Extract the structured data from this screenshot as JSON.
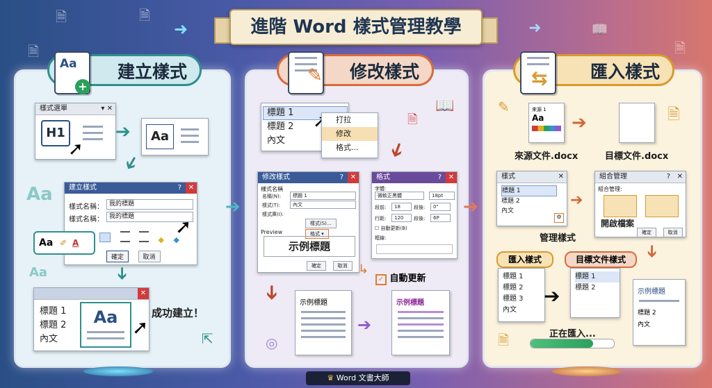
{
  "banner": {
    "title": "進階 Word 樣式管理教學"
  },
  "sections": {
    "create": {
      "title": "建立樣式"
    },
    "modify": {
      "title": "修改樣式"
    },
    "import": {
      "title": "匯入樣式"
    }
  },
  "create": {
    "menu_title": "樣式選單",
    "h1": "H1",
    "aa": "Aa",
    "dialog_title": "建立樣式",
    "field_label_1": "樣式名稱：",
    "field_value_1": "我的標題",
    "field_label_2": "樣式名稱：",
    "field_value_2": "我的標題",
    "font_sample": "Aa",
    "ok": "確定",
    "cancel": "取消",
    "list_items": [
      "標題 1",
      "標題 2",
      "內文"
    ],
    "success": "成功建立！",
    "big_aa": "Aa"
  },
  "modify": {
    "list_items": [
      "標題 1",
      "標題 2",
      "內文"
    ],
    "context_menu": [
      "打拉",
      "修改",
      "格式..."
    ],
    "dialog_title": "修改樣式",
    "prop_label": "樣式名稱",
    "name_label": "名稱(N):",
    "name_value": "標題 1",
    "type_label": "樣式(T):",
    "type_value": "內文",
    "base_label": "樣式庫(I):",
    "btn_style": "樣式(S)...",
    "btn_format": "格式 ▾",
    "preview_label": "Preview",
    "preview_text": "示例標題",
    "ok": "確定",
    "cancel": "取消",
    "format_title": "格式",
    "font_label": "字體:",
    "font_value": "微軟正黑體",
    "size_value": "18pt",
    "before_label": "段前:",
    "before_value": "18",
    "after_label": "段後:",
    "after_value": "0\"",
    "line_label": "行距:",
    "line_value": "120",
    "line2_label": "段後:",
    "line2_value": "6P",
    "auto_update_small": "自動更新(B)",
    "border_label": "框線:",
    "auto_update": "自動更新",
    "doc_title_1": "示例標題",
    "doc_title_2": "示例標題"
  },
  "import": {
    "source_doc_title": "來源 1",
    "source_doc_aa": "Aa",
    "source_label": "來源文件.docx",
    "target_label": "目標文件.docx",
    "styles_win_title": "樣式",
    "styles_items": [
      "標題 1",
      "標題 2",
      "內文"
    ],
    "manage_label": "管理樣式",
    "org_title": "組合管理",
    "org_sub": "組合管理:",
    "open_file": "開啟檔案",
    "ok": "確定",
    "cancel": "取消",
    "import_tag": "匯入樣式",
    "target_tag": "目標文件樣式",
    "left_list": [
      "標題 1",
      "標題 2",
      "標題 3",
      "內文"
    ],
    "right_list": [
      "標題 1",
      "標題 2"
    ],
    "importing": "正在匯入...",
    "result_items": [
      "示例標題",
      "標題 2",
      "內文"
    ]
  },
  "footer": {
    "text": "Word 文書大師"
  },
  "colors": {
    "teal": "#2f8f8e",
    "orange": "#d96b3a",
    "gold": "#d89a2d",
    "navy": "#3a5b98"
  }
}
